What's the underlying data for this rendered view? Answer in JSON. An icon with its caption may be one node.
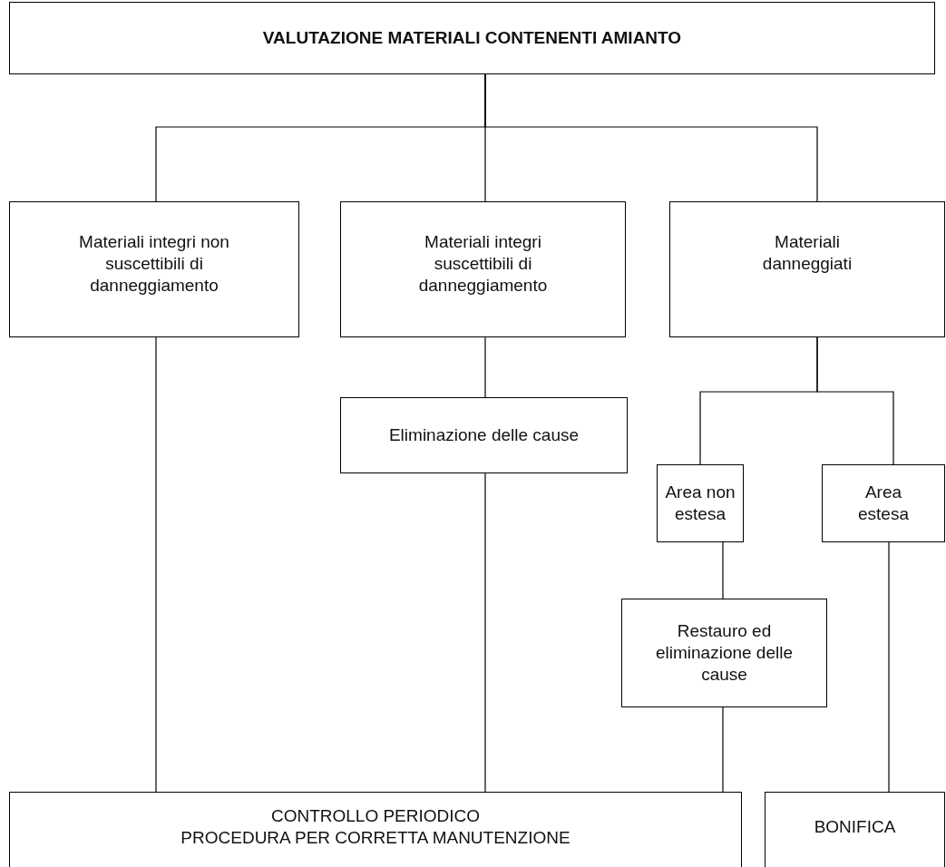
{
  "diagram": {
    "nodes": [
      {
        "text": [
          "VALUTAZIONE MATERIALI CONTENENTI AMIANTO"
        ]
      },
      {
        "text": [
          "Materiali integri non suscettibili di danneggiamento"
        ]
      },
      {
        "text": [
          "Materiali integri suscettibili di danneggiamento"
        ]
      },
      {
        "text": [
          "Materiali danneggiati"
        ]
      },
      {
        "text": [
          "Eliminazione delle cause"
        ]
      },
      {
        "text": [
          "Area non estesa"
        ]
      },
      {
        "text": [
          "Area estesa"
        ]
      },
      {
        "text": [
          "Restauro ed eliminazione delle cause"
        ]
      },
      {
        "text": [
          "CONTROLLO PERIODICO",
          "PROCEDURA PER CORRETTA MANUTENZIONE"
        ]
      },
      {
        "text": [
          "BONIFICA"
        ]
      }
    ],
    "edges": [
      {
        "from": 0,
        "to": 1,
        "arrow": "none"
      },
      {
        "from": 0,
        "to": 2,
        "arrow": "none"
      },
      {
        "from": 0,
        "to": 3,
        "arrow": "none"
      },
      {
        "from": 2,
        "to": 4,
        "arrow": "none"
      },
      {
        "from": 3,
        "to": 5,
        "arrow": "none"
      },
      {
        "from": 3,
        "to": 6,
        "arrow": "none"
      },
      {
        "from": 5,
        "to": 7,
        "arrow": "none"
      },
      {
        "from": 1,
        "to": 8,
        "arrow": "none"
      },
      {
        "from": 4,
        "to": 8,
        "arrow": "none"
      },
      {
        "from": 7,
        "to": 8,
        "arrow": "none"
      },
      {
        "from": 6,
        "to": 9,
        "arrow": "none"
      }
    ]
  }
}
